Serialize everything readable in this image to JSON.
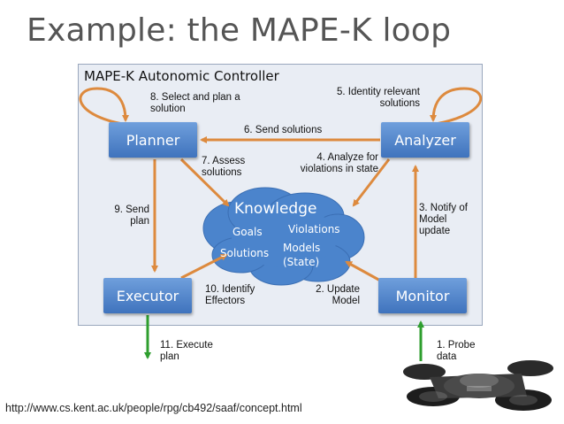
{
  "slide_title": "Example: the MAPE-K loop",
  "controller_title": "MAPE-K Autonomic Controller",
  "components": {
    "planner": "Planner",
    "analyzer": "Analyzer",
    "executor": "Executor",
    "monitor": "Monitor"
  },
  "knowledge": {
    "title": "Knowledge",
    "goals": "Goals",
    "violations": "Violations",
    "solutions": "Solutions",
    "models_line1": "Models",
    "models_line2": "(State)"
  },
  "labels": {
    "select_plan": "8. Select and plan a\nsolution",
    "identify_relevant": "5. Identity relevant\nsolutions",
    "send_solutions": "6. Send solutions",
    "assess_solutions": "7. Assess\nsolutions",
    "analyze_violations": "4. Analyze for\nviolations in state",
    "send_plan": "9. Send\nplan",
    "notify_model": "3. Notify of\nModel\nupdate",
    "identify_effectors": "10. Identify\nEffectors",
    "update_model": "2. Update\nModel",
    "execute_plan": "11. Execute\nplan",
    "probe_data": "1. Probe\ndata"
  },
  "source_url": "http://www.cs.kent.ac.uk/people/rpg/cb492/saaf/concept.html",
  "colors": {
    "box": "#4a7fc8",
    "cloud": "#4b84cc",
    "arrow": "#dd8a3e",
    "green_arrow": "#2e9e2e",
    "frame_bg": "#e9edf4"
  }
}
